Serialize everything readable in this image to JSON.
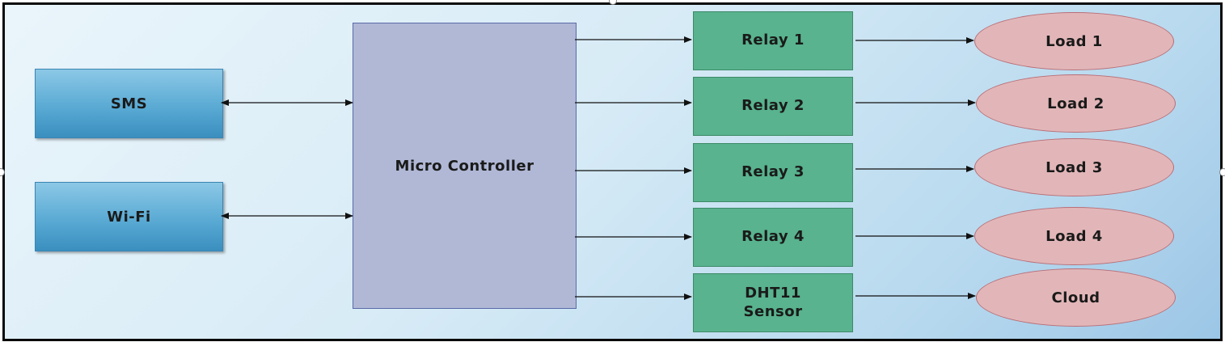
{
  "inputs": {
    "sms": "SMS",
    "wifi": "Wi-Fi"
  },
  "controller": "Micro Controller",
  "relays": [
    "Relay 1",
    "Relay 2",
    "Relay 3",
    "Relay 4"
  ],
  "sensor": {
    "line1": "DHT11",
    "line2": "Sensor"
  },
  "loads": [
    "Load 1",
    "Load 2",
    "Load 3",
    "Load 4"
  ],
  "cloud": "Cloud"
}
